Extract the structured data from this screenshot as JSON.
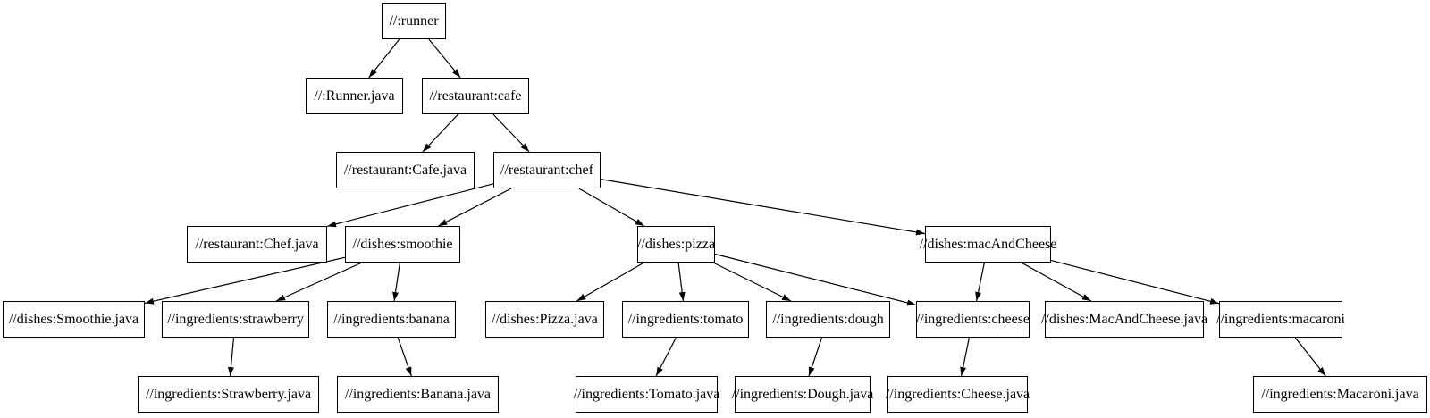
{
  "graph": {
    "kind": "dependency-tree",
    "edge_color": "#000000",
    "node_border_color": "#000000",
    "node_fill_color": "#ffffff",
    "text_color": "#000000",
    "nodes": [
      {
        "id": "runner",
        "label": "//:runner"
      },
      {
        "id": "runner_java",
        "label": "//:Runner.java"
      },
      {
        "id": "cafe",
        "label": "//restaurant:cafe"
      },
      {
        "id": "cafe_java",
        "label": "//restaurant:Cafe.java"
      },
      {
        "id": "chef",
        "label": "//restaurant:chef"
      },
      {
        "id": "chef_java",
        "label": "//restaurant:Chef.java"
      },
      {
        "id": "smoothie",
        "label": "//dishes:smoothie"
      },
      {
        "id": "pizza",
        "label": "//dishes:pizza"
      },
      {
        "id": "mac_and_cheese",
        "label": "//dishes:macAndCheese"
      },
      {
        "id": "smoothie_java",
        "label": "//dishes:Smoothie.java"
      },
      {
        "id": "strawberry",
        "label": "//ingredients:strawberry"
      },
      {
        "id": "banana",
        "label": "//ingredients:banana"
      },
      {
        "id": "pizza_java",
        "label": "//dishes:Pizza.java"
      },
      {
        "id": "tomato",
        "label": "//ingredients:tomato"
      },
      {
        "id": "dough",
        "label": "//ingredients:dough"
      },
      {
        "id": "cheese",
        "label": "//ingredients:cheese"
      },
      {
        "id": "mac_and_cheese_java",
        "label": "//dishes:MacAndCheese.java"
      },
      {
        "id": "macaroni",
        "label": "//ingredients:macaroni"
      },
      {
        "id": "strawberry_java",
        "label": "//ingredients:Strawberry.java"
      },
      {
        "id": "banana_java",
        "label": "//ingredients:Banana.java"
      },
      {
        "id": "tomato_java",
        "label": "//ingredients:Tomato.java"
      },
      {
        "id": "dough_java",
        "label": "//ingredients:Dough.java"
      },
      {
        "id": "cheese_java",
        "label": "//ingredients:Cheese.java"
      },
      {
        "id": "macaroni_java",
        "label": "//ingredients:Macaroni.java"
      }
    ],
    "edges": [
      {
        "from": "runner",
        "to": "runner_java"
      },
      {
        "from": "runner",
        "to": "cafe"
      },
      {
        "from": "cafe",
        "to": "cafe_java"
      },
      {
        "from": "cafe",
        "to": "chef"
      },
      {
        "from": "chef",
        "to": "chef_java"
      },
      {
        "from": "chef",
        "to": "smoothie"
      },
      {
        "from": "chef",
        "to": "pizza"
      },
      {
        "from": "chef",
        "to": "mac_and_cheese"
      },
      {
        "from": "smoothie",
        "to": "smoothie_java"
      },
      {
        "from": "smoothie",
        "to": "strawberry"
      },
      {
        "from": "smoothie",
        "to": "banana"
      },
      {
        "from": "strawberry",
        "to": "strawberry_java"
      },
      {
        "from": "banana",
        "to": "banana_java"
      },
      {
        "from": "pizza",
        "to": "pizza_java"
      },
      {
        "from": "pizza",
        "to": "tomato"
      },
      {
        "from": "pizza",
        "to": "dough"
      },
      {
        "from": "pizza",
        "to": "cheese"
      },
      {
        "from": "mac_and_cheese",
        "to": "cheese"
      },
      {
        "from": "mac_and_cheese",
        "to": "mac_and_cheese_java"
      },
      {
        "from": "mac_and_cheese",
        "to": "macaroni"
      },
      {
        "from": "tomato",
        "to": "tomato_java"
      },
      {
        "from": "dough",
        "to": "dough_java"
      },
      {
        "from": "cheese",
        "to": "cheese_java"
      },
      {
        "from": "macaroni",
        "to": "macaroni_java"
      }
    ]
  }
}
